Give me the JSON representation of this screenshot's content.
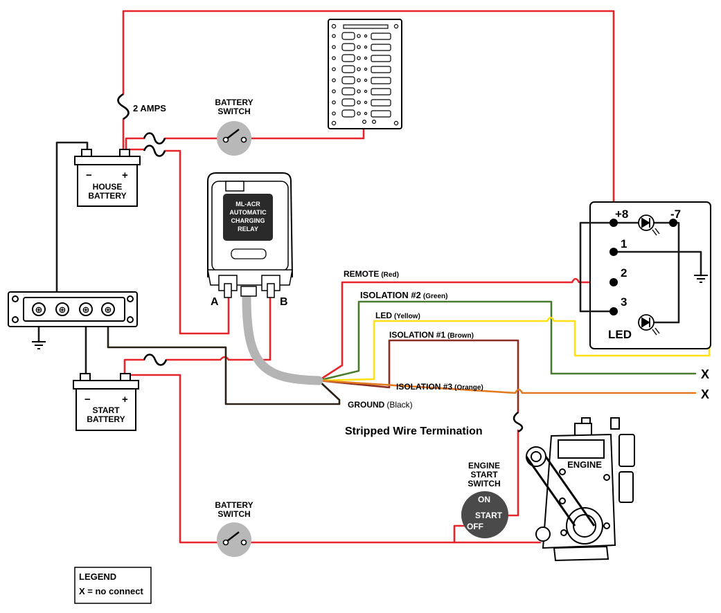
{
  "labels": {
    "two_amps": "2 AMPS",
    "battery_switch_top_1": "BATTERY",
    "battery_switch_top_2": "SWITCH",
    "battery_switch_bottom_1": "BATTERY",
    "battery_switch_bottom_2": "SWITCH",
    "house_battery_1": "HOUSE",
    "house_battery_2": "BATTERY",
    "start_battery_1": "START",
    "start_battery_2": "BATTERY",
    "battery_minus": "−",
    "battery_plus": "+",
    "relay_line_1": "ML-ACR",
    "relay_line_2": "AUTOMATIC",
    "relay_line_3": "CHARGING",
    "relay_line_4": "RELAY",
    "terminal_a": "A",
    "terminal_b": "B",
    "remote_main": "REMOTE",
    "remote_color": "(Red)",
    "iso2_main": "ISOLATION #2",
    "iso2_color": "(Green)",
    "led_main": "LED",
    "led_color": "(Yellow)",
    "iso1_main": "ISOLATION #1",
    "iso1_color": "(Brown)",
    "iso3_main": "ISOLATION #3",
    "iso3_color": "(Orange)",
    "ground_main": "GROUND",
    "ground_color": "(Black)",
    "no_connect_x": "X",
    "stripped_wire": "Stripped Wire Termination",
    "panel_pos_8": "+8",
    "panel_neg_7": "-7",
    "panel_1": "1",
    "panel_2": "2",
    "panel_3": "3",
    "panel_led": "LED",
    "engine": "ENGINE",
    "engine_start_1": "ENGINE",
    "engine_start_2": "START",
    "engine_start_3": "SWITCH",
    "switch_on": "ON",
    "switch_start": "START",
    "switch_off": "OFF",
    "legend_title": "LEGEND",
    "legend_entry": "X = no connect"
  },
  "colors": {
    "red": "#e8232a",
    "green": "#4a7a30",
    "yellow": "#ffe014",
    "brown": "#8b2c24",
    "orange": "#e2791f",
    "black": "#1a1a1a",
    "ground_black": "#2a2014",
    "cable_gray": "#b4b4b4",
    "relay_body": "#2a2a2a",
    "switch_gray": "#b8b8b8",
    "engine_switch": "#4a4a4a"
  }
}
